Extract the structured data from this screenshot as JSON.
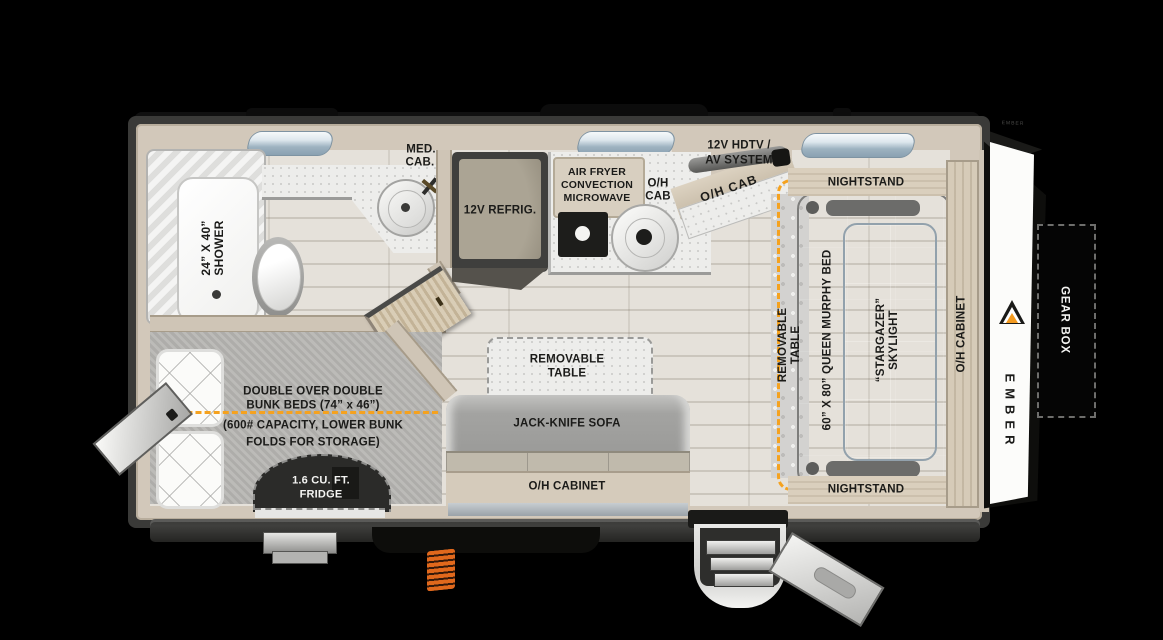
{
  "scene": {
    "type": "rv-floorplan",
    "brand": "EMBER",
    "roof_brand": "EMBER",
    "background_color": "#000000",
    "accent_dashed_color": "#f5a21f",
    "logo_orange": "#f49b20"
  },
  "bathroom": {
    "shower_line1": "24” X 40”",
    "shower_line2": "SHOWER",
    "med_cab_line1": "MED.",
    "med_cab_line2": "CAB."
  },
  "kitchen": {
    "refrig": "12V REFRIG.",
    "airfryer_line1": "AIR FRYER",
    "airfryer_line2": "CONVECTION",
    "airfryer_line3": "MICROWAVE",
    "oh_cab_line1": "O/H",
    "oh_cab_line2": "CAB",
    "oh_cab_diag": "O/H CAB",
    "hdtv_line1": "12V HDTV /",
    "hdtv_line2": "AV SYSTEM"
  },
  "living": {
    "removable_table_line1": "REMOVABLE",
    "removable_table_line2": "TABLE",
    "sofa": "JACK-KNIFE SOFA",
    "oh_cabinet": "O/H CABINET"
  },
  "bunkroom": {
    "line1": "DOUBLE OVER DOUBLE",
    "line2": "BUNK BEDS (74” x 46”)",
    "line3": "(600# CAPACITY, LOWER BUNK",
    "line4": "FOLDS FOR STORAGE)",
    "fridge_line1": "1.6 CU. FT.",
    "fridge_line2": "FRIDGE"
  },
  "bedroom": {
    "nightstand_top": "NIGHTSTAND",
    "nightstand_bottom": "NIGHTSTAND",
    "removable_table_line1": "REMOVABLE",
    "removable_table_line2": "TABLE",
    "murphy_bed": "60” X 80” QUEEN MURPHY BED",
    "skylight_line1": "“STARGAZER”",
    "skylight_line2": "SKYLIGHT",
    "oh_cabinet": "O/H CABINET"
  },
  "rear": {
    "ember": "EMBER",
    "gear_box": "GEAR BOX"
  }
}
